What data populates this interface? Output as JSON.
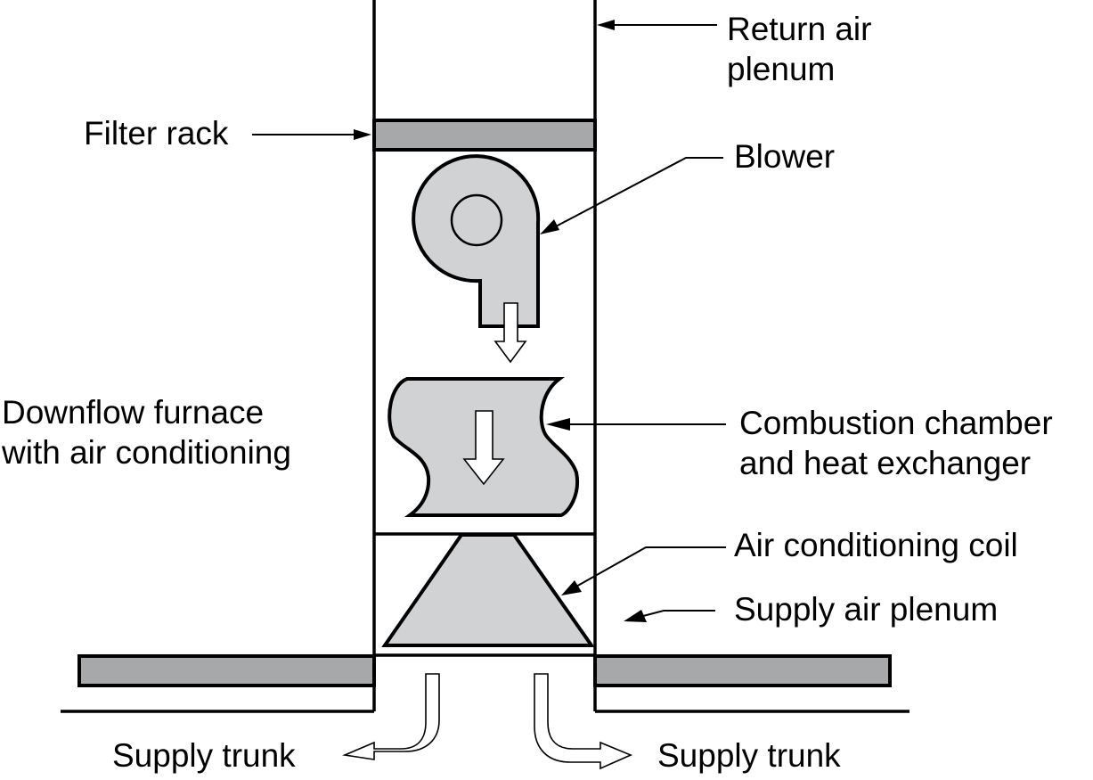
{
  "diagram": {
    "title": "Downflow furnace with air conditioning",
    "labels": {
      "return_air_plenum": [
        "Return air",
        "plenum"
      ],
      "filter_rack": "Filter rack",
      "blower": "Blower",
      "furnace_title": [
        "Downflow furnace",
        "with air conditioning"
      ],
      "combustion_chamber": [
        "Combustion chamber",
        "and heat exchanger"
      ],
      "ac_coil": "Air conditioning coil",
      "supply_air_plenum": "Supply air plenum",
      "supply_trunk_left": "Supply trunk",
      "supply_trunk_right": "Supply trunk"
    },
    "colors": {
      "filter_and_trunk": "#a7a8aa",
      "components": "#d1d2d4",
      "lines": "#000000"
    }
  }
}
